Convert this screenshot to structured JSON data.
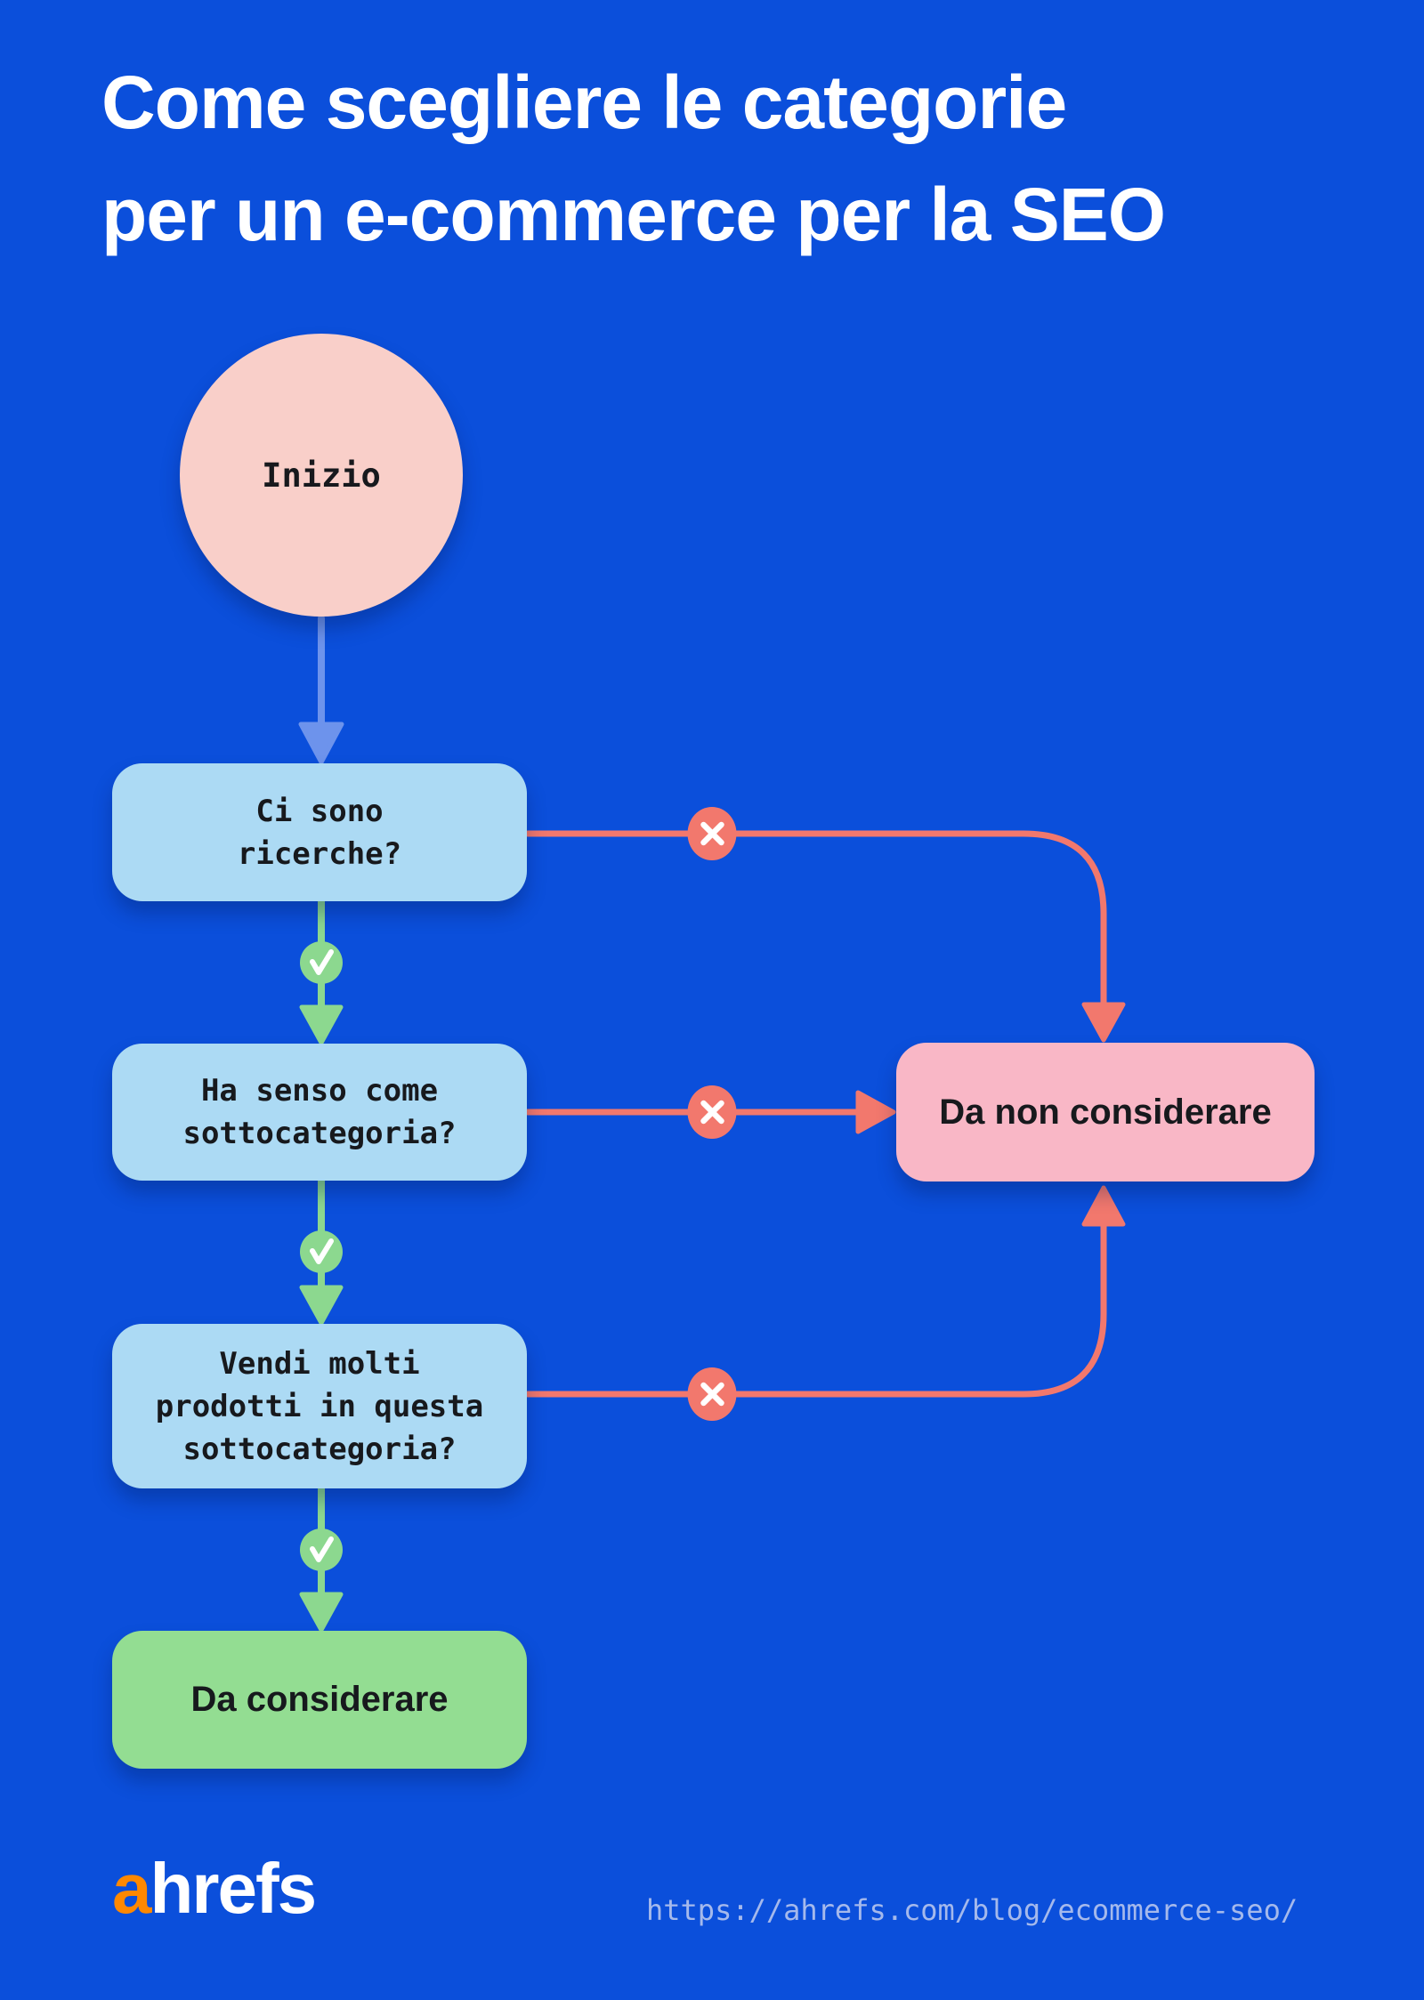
{
  "title": {
    "line1": "Come scegliere le categorie",
    "line2": "per un e-commerce per la SEO"
  },
  "flow": {
    "start_label": "Inizio",
    "q1": {
      "line1": "Ci sono",
      "line2": "ricerche?"
    },
    "q2": {
      "line1": "Ha senso come",
      "line2": "sottocategoria?"
    },
    "q3": {
      "line1": "Vendi molti",
      "line2": "prodotti in questa",
      "line3": "sottocategoria?"
    },
    "outcome_negative": "Da non considerare",
    "outcome_positive": "Da considerare"
  },
  "icons": {
    "yes": "check-icon",
    "no": "x-icon"
  },
  "colors": {
    "background": "#0B4FDB",
    "question_box": "#ACDAF4",
    "start_circle": "#F9CFC9",
    "negative_box": "#F9B7C6",
    "positive_box": "#93DD92",
    "yes_accent": "#8CD88F",
    "no_accent": "#F2786D",
    "start_arrow": "#6D93EC",
    "text_dark": "#17191D",
    "title_text": "#FFFFFF",
    "logo_accent": "#FF8800",
    "url_text": "#A5B9EC"
  },
  "footer": {
    "logo_prefix": "a",
    "logo_rest": "hrefs",
    "url": "https://ahrefs.com/blog/ecommerce-seo/"
  }
}
